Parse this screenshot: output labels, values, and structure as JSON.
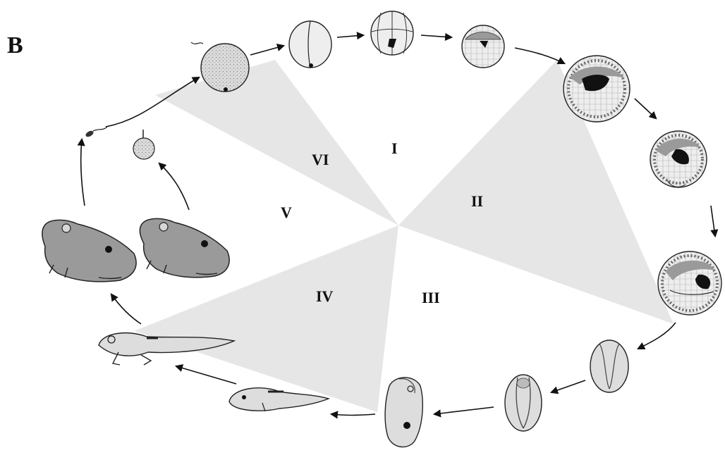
{
  "panel_letter": "B",
  "sectors": [
    {
      "label": "I"
    },
    {
      "label": "II"
    },
    {
      "label": "III"
    },
    {
      "label": "IV"
    },
    {
      "label": "V"
    },
    {
      "label": "VI"
    }
  ],
  "colors": {
    "shade": "#e6e6e6",
    "ink": "#111111",
    "body_light": "#d6d6d6",
    "body_mid": "#9a9a9a",
    "body_dark": "#4a4a4a",
    "spot": "#111111"
  }
}
